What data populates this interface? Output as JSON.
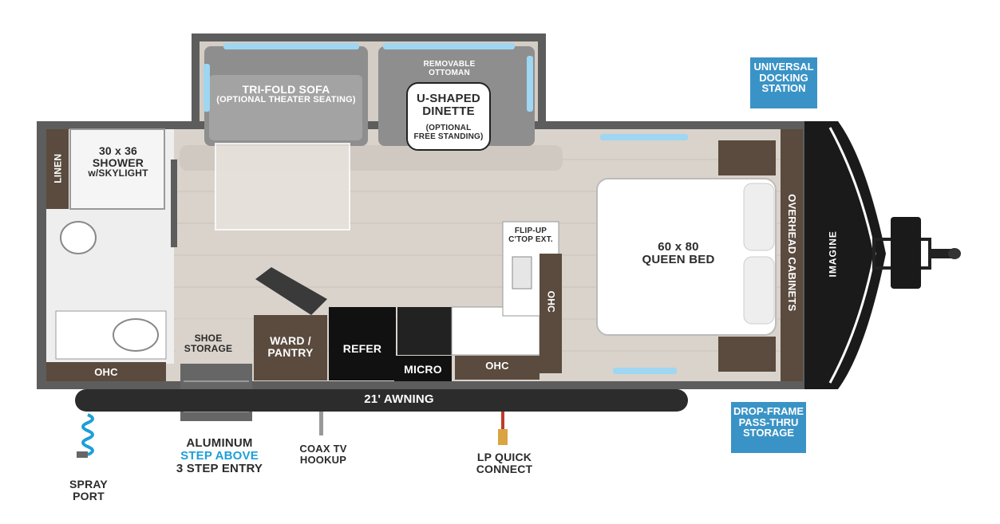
{
  "colors": {
    "wall": "#5d5d5d",
    "floor": "#d9d3cb",
    "cabinet": "#5a4b3e",
    "awning": "#2c2c2c",
    "callout": "#3a93c6",
    "window": "#9fd6f2",
    "highlight": "#1c9fd8"
  },
  "rooms": {
    "sofa": [
      "TRI-FOLD SOFA",
      "(OPTIONAL THEATER SEATING)"
    ],
    "ottoman": [
      "REMOVABLE",
      "OTTOMAN"
    ],
    "dinette": [
      "U-SHAPED",
      "DINETTE"
    ],
    "dinette_note": [
      "(OPTIONAL",
      "FREE STANDING)"
    ],
    "shower": [
      "30 x 36",
      "SHOWER",
      "w/SKYLIGHT"
    ],
    "linen": "LINEN",
    "ohc_bath": "OHC",
    "shoe_storage": [
      "SHOE",
      "STORAGE"
    ],
    "ward_pantry": [
      "WARD /",
      "PANTRY"
    ],
    "refer": "REFER",
    "micro": "MICRO",
    "ohc_kitchen": "OHC",
    "ohc_side": "OHC",
    "flipup": [
      "FLIP-UP",
      "C'TOP EXT."
    ],
    "bed": [
      "60 x 80",
      "QUEEN BED"
    ],
    "overhead_cabinets": "OVERHEAD CABINETS",
    "brand": "IMAGINE"
  },
  "callouts": {
    "docking": [
      "UNIVERSAL",
      "DOCKING",
      "STATION"
    ],
    "passthru": [
      "DROP-FRAME",
      "PASS-THRU",
      "STORAGE"
    ]
  },
  "exterior": {
    "awning": "21' AWNING",
    "step_line1": "ALUMINUM",
    "step_line2": "STEP ABOVE",
    "step_line3": "3 STEP ENTRY",
    "coax": [
      "COAX TV",
      "HOOKUP"
    ],
    "lp": [
      "LP QUICK",
      "CONNECT"
    ],
    "spray": [
      "SPRAY",
      "PORT"
    ]
  }
}
